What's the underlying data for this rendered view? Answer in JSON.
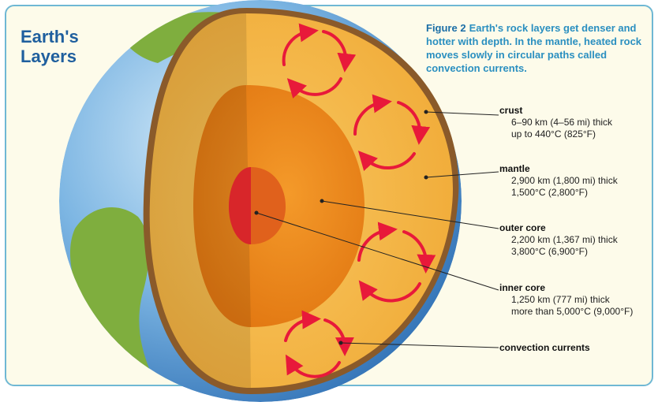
{
  "title": "Earth's Layers",
  "caption": {
    "figure": "Figure 2",
    "text": "Earth's rock layers get denser and hotter with depth. In the mantle, heated rock moves slowly in circular paths called convection currents."
  },
  "labels": {
    "crust": {
      "name": "crust",
      "thickness": "6–90 km (4–56 mi) thick",
      "temperature": "up to 440°C (825°F)"
    },
    "mantle": {
      "name": "mantle",
      "thickness": "2,900 km (1,800 mi) thick",
      "temperature": "1,500°C (2,800°F)"
    },
    "outer_core": {
      "name": "outer core",
      "thickness": "2,200 km (1,367 mi) thick",
      "temperature": "3,800°C (6,900°F)"
    },
    "inner_core": {
      "name": "inner core",
      "thickness": "1,250 km (777 mi) thick",
      "temperature": "more than 5,000°C (9,000°F)"
    },
    "convection": {
      "name": "convection currents"
    }
  },
  "colors": {
    "panel_border": "#6fb8d4",
    "title": "#1f5f9e",
    "caption": "#2a8fc0",
    "ocean": "#3f86c8",
    "land": "#7fae3e",
    "crust": "#8a5a2a",
    "mantle": "#f3b23f",
    "outer_core": "#ef8a1c",
    "inner_core": "#d8262a",
    "arrow": "#e8193a"
  }
}
